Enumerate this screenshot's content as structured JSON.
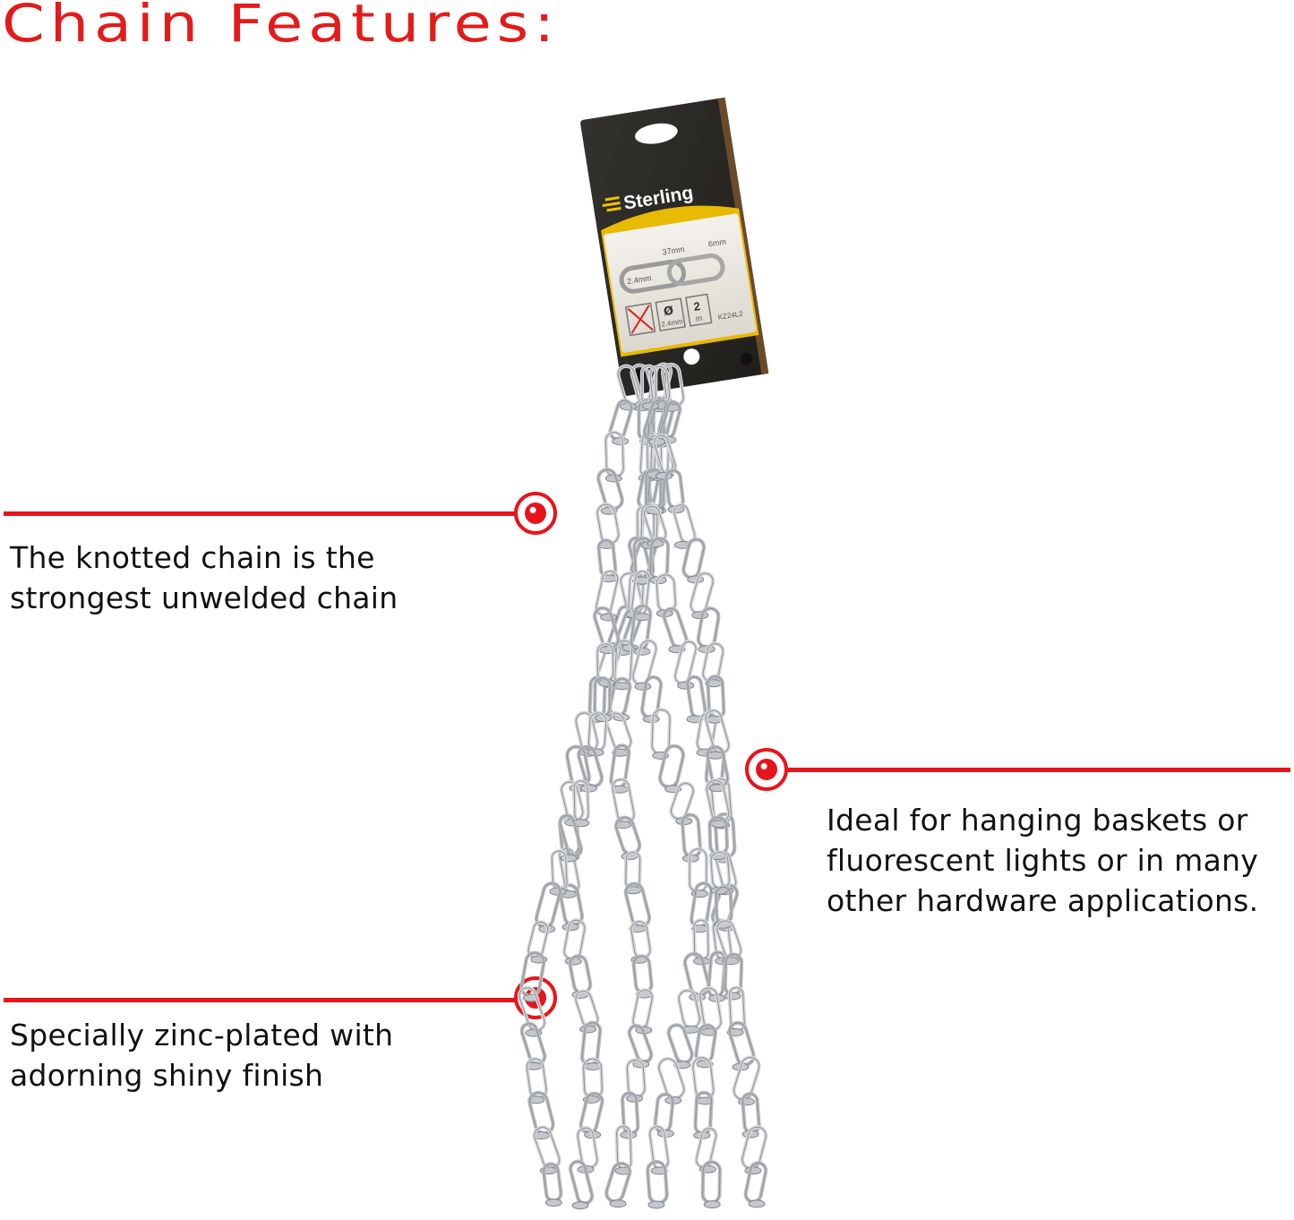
{
  "title": "Chain Features:",
  "colors": {
    "accent": "#e8141c",
    "title": "#e31b1b",
    "text": "#111111",
    "card": "#2b2a27",
    "card_label": "#ece9e2",
    "brand_stripe": "#f2c200"
  },
  "features": [
    {
      "line1": "The knotted chain is the",
      "line2": "strongest unwelded chain"
    },
    {
      "line1": "Ideal for hanging baskets or",
      "line2": "fluorescent lights or in many",
      "line3": "other hardware applications."
    },
    {
      "line1": "Specially zinc-plated with",
      "line2": "adorning shiny finish"
    }
  ],
  "package": {
    "brand": "Sterling",
    "dim_length": "37mm",
    "dim_width": "6mm",
    "dim_wire": "2.4mm",
    "diameter_symbol": "Ø",
    "diameter_value": "2.4mm",
    "length_value": "2",
    "length_unit": "m",
    "product_code": "KZ24L2"
  }
}
